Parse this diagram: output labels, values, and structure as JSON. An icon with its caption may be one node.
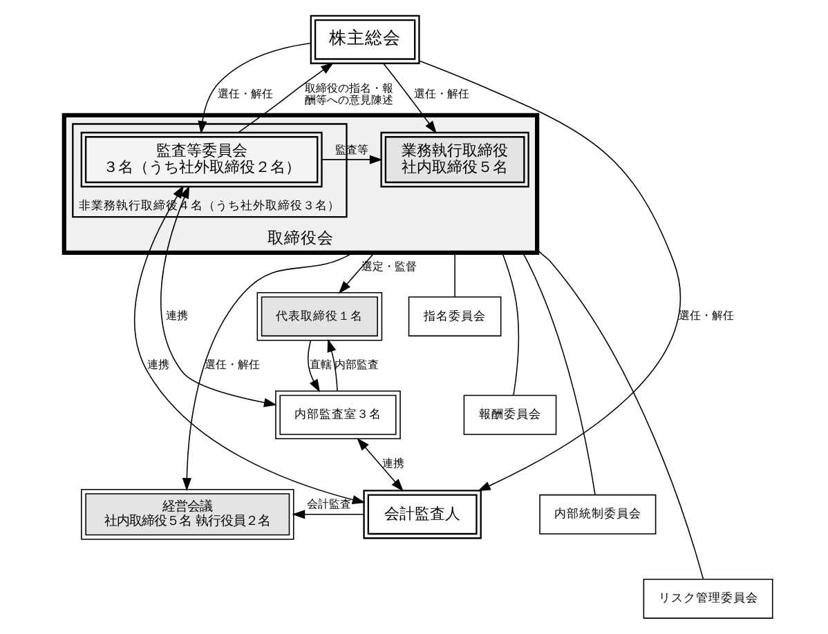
{
  "diagram": {
    "nodes": [
      {
        "text": [
          "株主総会"
        ]
      },
      {
        "text": [
          "取締役会"
        ]
      },
      {
        "text": [
          "業務執行取締役",
          "社内取締役５名"
        ],
        "in": 1
      },
      {
        "text": [
          "非業務執行取締役４名（うち社外取締役３名）"
        ],
        "in": 1
      },
      {
        "text": [
          "監査等委員会",
          "３名（うち社外取締役２名）"
        ],
        "in": 3
      },
      {
        "text": [
          "指名委員会"
        ]
      },
      {
        "text": [
          "報酬委員会"
        ]
      },
      {
        "text": [
          "内部統制委員会"
        ]
      },
      {
        "text": [
          "リスク管理委員会"
        ]
      },
      {
        "text": [
          "代表取締役１名"
        ]
      },
      {
        "text": [
          "内部監査室３名"
        ]
      },
      {
        "text": [
          "経営会議",
          "社内取締役５名 執行役員２名"
        ]
      },
      {
        "text": [
          "会計監査人"
        ]
      }
    ],
    "edges": [
      {
        "from": 0,
        "to": 2,
        "arrow": "to",
        "label": "選任・解任"
      },
      {
        "from": 0,
        "to": 4,
        "arrow": "to",
        "label": "選任・解任"
      },
      {
        "from": 4,
        "to": 0,
        "arrow": "to",
        "label": "取締役の指名・報酬等への意見陳述"
      },
      {
        "from": 0,
        "to": 12,
        "arrow": "to",
        "label": "選任・解任"
      },
      {
        "from": 4,
        "to": 2,
        "arrow": "to",
        "label": "監査等"
      },
      {
        "from": 1,
        "to": 5,
        "arrow": "none"
      },
      {
        "from": 1,
        "to": 6,
        "arrow": "none"
      },
      {
        "from": 1,
        "to": 7,
        "arrow": "none"
      },
      {
        "from": 1,
        "to": 8,
        "arrow": "none"
      },
      {
        "from": 1,
        "to": 9,
        "arrow": "to",
        "label": "選定・監督"
      },
      {
        "from": 1,
        "to": 11,
        "arrow": "to",
        "label": "選任・解任"
      },
      {
        "from": 9,
        "to": 10,
        "arrow": "to",
        "label": "直轄"
      },
      {
        "from": 10,
        "to": 9,
        "arrow": "to",
        "label": "内部監査"
      },
      {
        "from": 4,
        "to": 10,
        "arrow": "both",
        "label": "連携"
      },
      {
        "from": 4,
        "to": 12,
        "arrow": "both",
        "label": "連携"
      },
      {
        "from": 10,
        "to": 12,
        "arrow": "both",
        "label": "連携"
      },
      {
        "from": 12,
        "to": 11,
        "arrow": "to",
        "label": "会計監査"
      }
    ]
  }
}
